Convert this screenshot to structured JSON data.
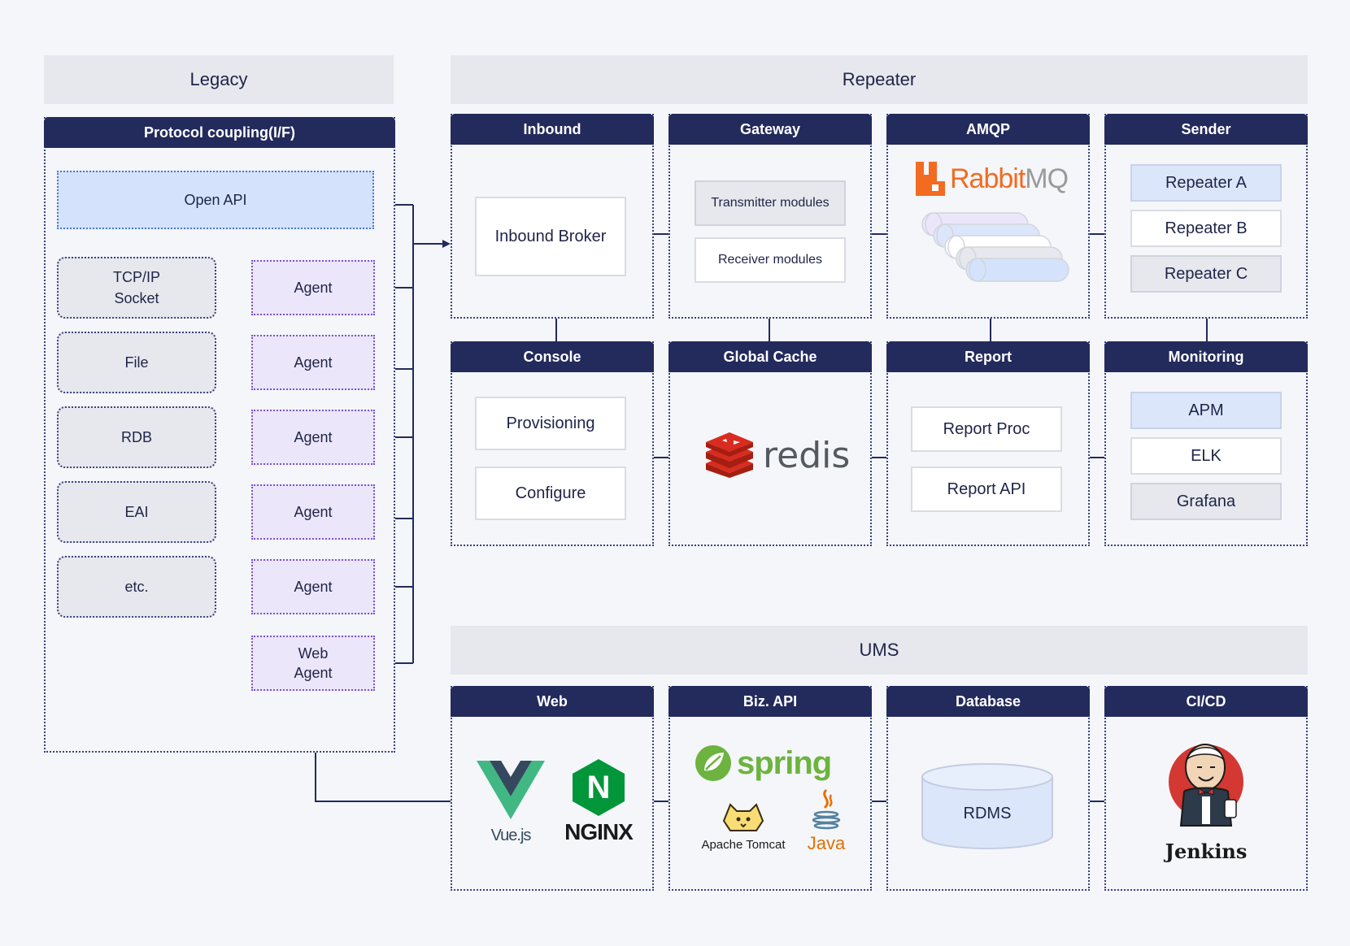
{
  "legacy": {
    "title": "Legacy",
    "panel_title": "Protocol coupling(I/F)",
    "open_api": "Open API",
    "sources": [
      {
        "label": "TCP/IP\nSocket",
        "agent": "Agent"
      },
      {
        "label": "File",
        "agent": "Agent"
      },
      {
        "label": "RDB",
        "agent": "Agent"
      },
      {
        "label": "EAI",
        "agent": "Agent"
      },
      {
        "label": "etc.",
        "agent": "Agent"
      }
    ],
    "web_agent": "Web\nAgent"
  },
  "repeater": {
    "title": "Repeater",
    "inbound": {
      "title": "Inbound",
      "broker": "Inbound Broker"
    },
    "gateway": {
      "title": "Gateway",
      "transmitter": "Transmitter modules",
      "receiver": "Receiver modules"
    },
    "amqp": {
      "title": "AMQP",
      "logo_text_a": "Rabbit",
      "logo_text_b": "MQ"
    },
    "sender": {
      "title": "Sender",
      "items": [
        "Repeater A",
        "Repeater B",
        "Repeater C"
      ]
    },
    "console": {
      "title": "Console",
      "items": [
        "Provisioning",
        "Configure"
      ]
    },
    "global_cache": {
      "title": "Global Cache",
      "logo_text": "redis"
    },
    "report": {
      "title": "Report",
      "items": [
        "Report Proc",
        "Report API"
      ]
    },
    "monitoring": {
      "title": "Monitoring",
      "items": [
        "APM",
        "ELK",
        "Grafana"
      ]
    }
  },
  "ums": {
    "title": "UMS",
    "web": {
      "title": "Web",
      "vue_text": "Vue.js",
      "nginx_text": "NGINX",
      "nginx_mark": "N"
    },
    "biz_api": {
      "title": "Biz. API",
      "spring_text": "spring",
      "tomcat_text": "Apache Tomcat",
      "java_text": "Java"
    },
    "database": {
      "title": "Database",
      "rdms": "RDMS"
    },
    "cicd": {
      "title": "CI/CD",
      "jenkins_text": "Jenkins"
    }
  },
  "colors": {
    "header_navy": "#232a5c",
    "line_navy": "#232a5c",
    "agent_purple_bg": "#ece6fb",
    "open_api_blue_bg": "#d4e3fb",
    "band_gray": "#e6e8ed",
    "rabbitmq_orange": "#f26b21",
    "redis_red": "#d82c20",
    "spring_green": "#6db33f",
    "vue_green": "#41b883",
    "vue_dark": "#35495e",
    "nginx_green": "#009639",
    "jenkins_red": "#d33833"
  }
}
